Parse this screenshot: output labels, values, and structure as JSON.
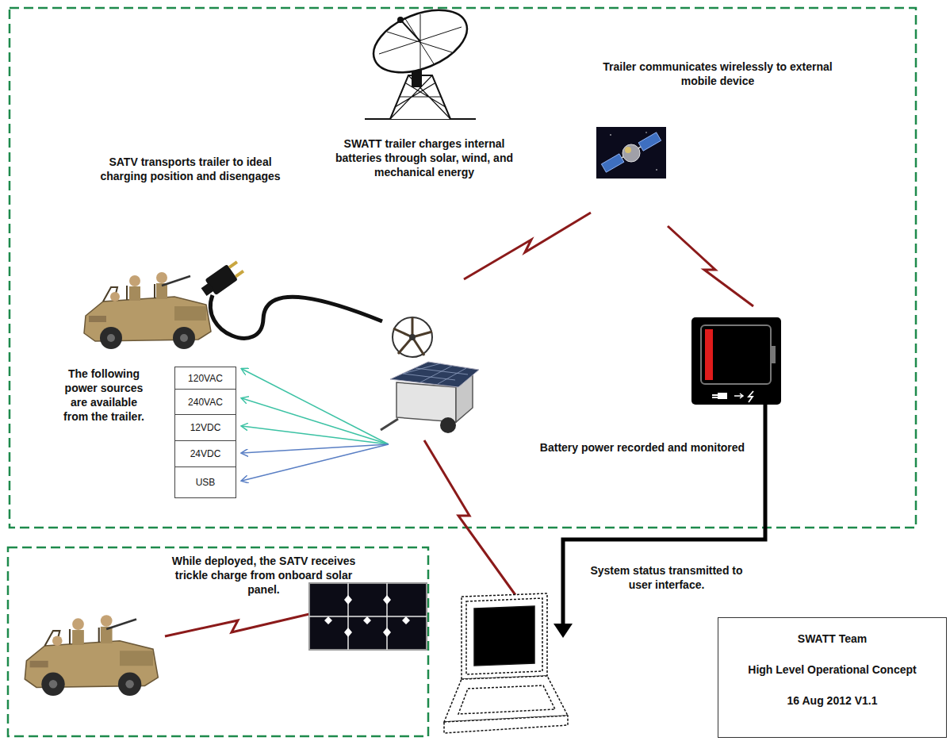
{
  "diagram": {
    "nodes": [
      {
        "text": [
          "120VAC"
        ]
      },
      {
        "text": [
          "240VAC"
        ]
      },
      {
        "text": [
          "12VDC"
        ]
      },
      {
        "text": [
          "24VDC"
        ]
      },
      {
        "text": [
          "USB"
        ]
      },
      {
        "text": [
          "SWATT Team",
          "High Level Operational Concept",
          "16 Aug 2012 V1.1"
        ]
      }
    ],
    "labels": [
      "SWATT trailer charges internal batteries through solar, wind, and mechanical energy",
      "Trailer communicates wirelessly to external mobile device",
      "SATV transports trailer to ideal charging position and disengages",
      "The following power sources are available from the trailer.",
      "Battery power recorded and monitored",
      "System status transmitted to user interface.",
      "While deployed, the SATV receives trickle charge from onboard solar panel."
    ]
  }
}
